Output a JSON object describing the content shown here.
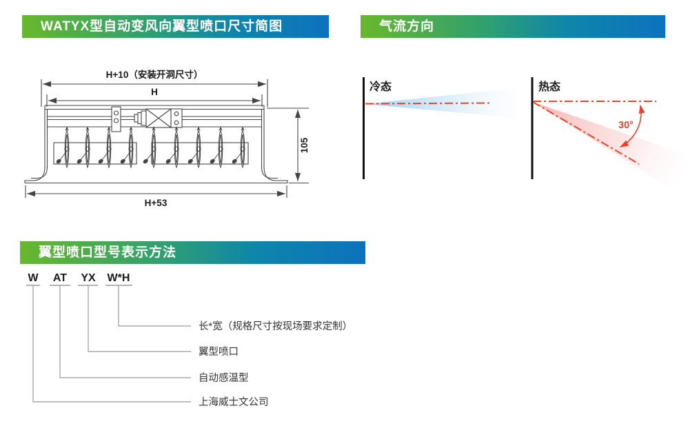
{
  "colors": {
    "header_gradient_start": "#68b72c",
    "header_gradient_end": "#0d72bd",
    "drawing_line": "#444444",
    "airflow_centerline_red": "#e8432e",
    "cold_cone_blue": "#8ecbec",
    "hot_cone_pink": "#f2a9a6",
    "connector_gray": "#999999"
  },
  "sections": {
    "dimension_diagram": {
      "header": "WATYX型自动变风向翼型喷口尺寸简图",
      "dims": {
        "opening": "H+10（安装开洞尺寸）",
        "width": "H",
        "height": "105",
        "overall": "H+53"
      }
    },
    "airflow": {
      "header": "气流方向",
      "cold_label": "冷态",
      "hot_label": "热态",
      "angle_label": "30°"
    },
    "model_code": {
      "header": "翼型喷口型号表示方法",
      "segments": [
        {
          "code": "W",
          "meaning": "上海威士文公司"
        },
        {
          "code": "AT",
          "meaning": "自动感温型"
        },
        {
          "code": "YX",
          "meaning": "翼型喷口"
        },
        {
          "code": "W*H",
          "meaning": "长*宽（规格尺寸按现场要求定制）"
        }
      ]
    }
  }
}
